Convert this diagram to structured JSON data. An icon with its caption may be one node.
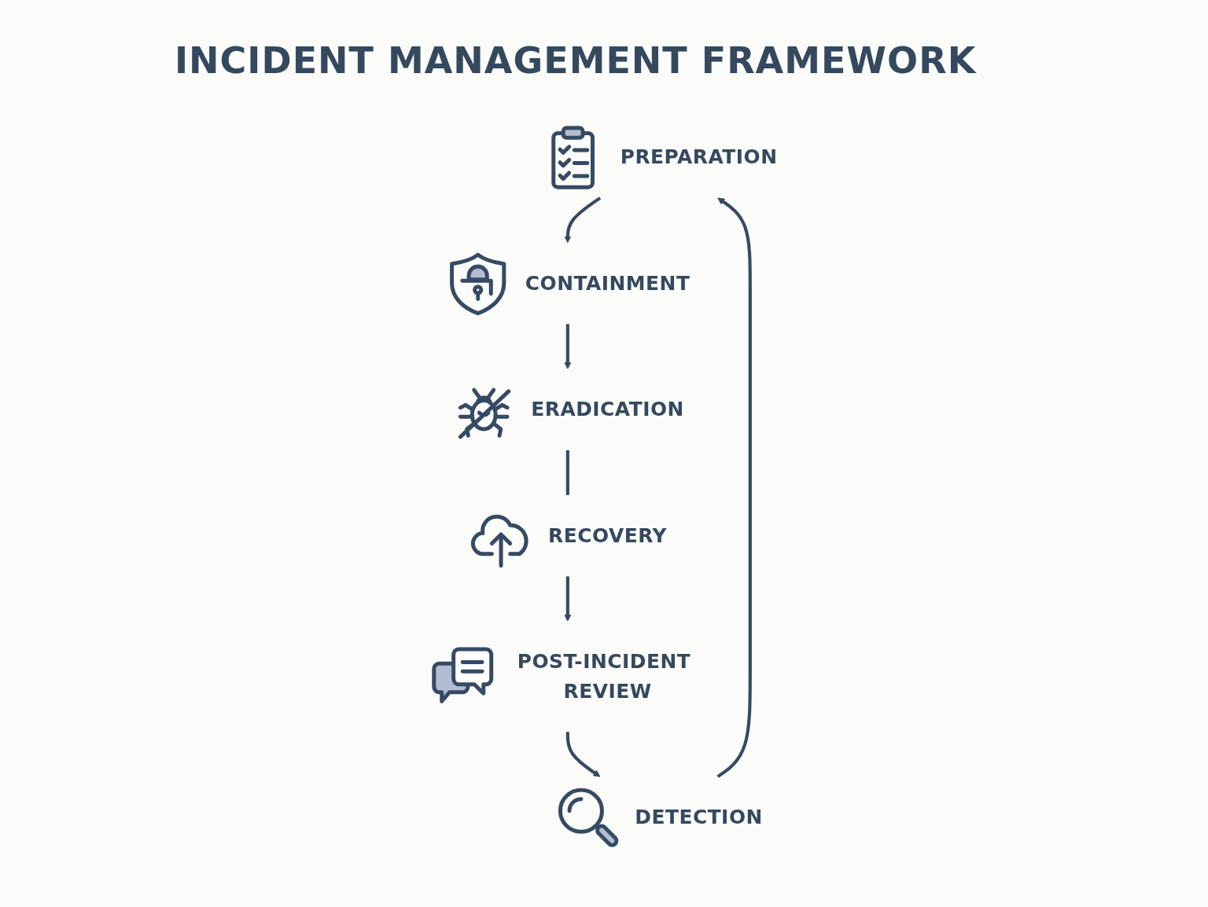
{
  "diagram": {
    "title": "INCIDENT MANAGEMENT FRAMEWORK",
    "nodes": [
      {
        "text": [
          "PREPARATION"
        ]
      },
      {
        "text": [
          "CONTAINMENT"
        ]
      },
      {
        "text": [
          "ERADICATION"
        ]
      },
      {
        "text": [
          "RECOVERY"
        ]
      },
      {
        "text": [
          "POST-INCIDENT REVIEW"
        ]
      },
      {
        "text": [
          "DETECTION"
        ]
      }
    ],
    "edges": [
      {
        "from": 0,
        "to": 1,
        "arrow": "to"
      },
      {
        "from": 1,
        "to": 2,
        "arrow": "to"
      },
      {
        "from": 2,
        "to": 3,
        "arrow": "none"
      },
      {
        "from": 3,
        "to": 4,
        "arrow": "to"
      },
      {
        "from": 4,
        "to": 5,
        "arrow": "to"
      },
      {
        "from": 5,
        "to": 0,
        "arrow": "to"
      }
    ]
  }
}
